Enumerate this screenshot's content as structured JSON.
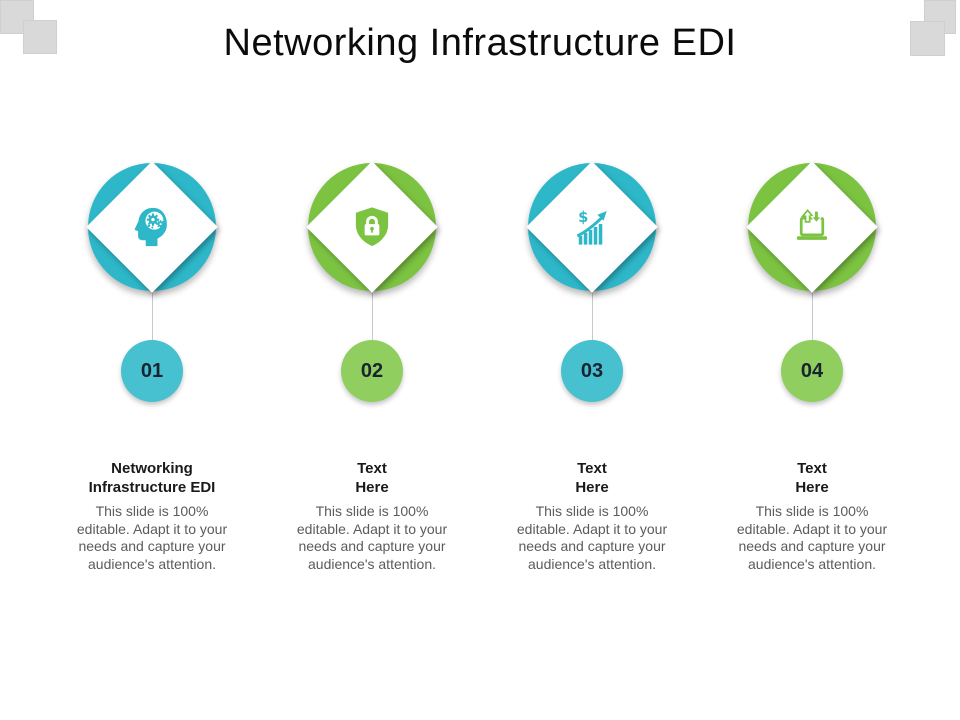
{
  "slide": {
    "title": "Networking Infrastructure EDI",
    "colors": {
      "teal_icon": "#2eb7c9",
      "teal_badge": "#47c1cf",
      "green_icon": "#7cc342",
      "green_badge": "#8fce5f",
      "corner_square": "#d9d9d9",
      "connector_line": "#c8c8c8",
      "heading_text": "#1a1a1a",
      "body_text": "#5b5b5b"
    },
    "steps": [
      {
        "number": "01",
        "theme": "teal",
        "icon": "head-gears-icon",
        "heading": "Networking\nInfrastructure EDI",
        "body": "This slide is 100%\neditable. Adapt it to your\nneeds and capture your\naudience's attention."
      },
      {
        "number": "02",
        "theme": "green",
        "icon": "shield-lock-icon",
        "heading": "Text\nHere",
        "body": "This slide is 100%\neditable. Adapt it to your\nneeds and capture your\naudience's attention."
      },
      {
        "number": "03",
        "theme": "teal",
        "icon": "growth-chart-icon",
        "heading": "Text\nHere",
        "body": "This slide is 100%\neditable. Adapt it to your\nneeds and capture your\naudience's attention."
      },
      {
        "number": "04",
        "theme": "green",
        "icon": "laptop-sync-icon",
        "heading": "Text\nHere",
        "body": "This slide is 100%\neditable. Adapt it to your\nneeds and capture your\naudience's attention."
      }
    ]
  }
}
